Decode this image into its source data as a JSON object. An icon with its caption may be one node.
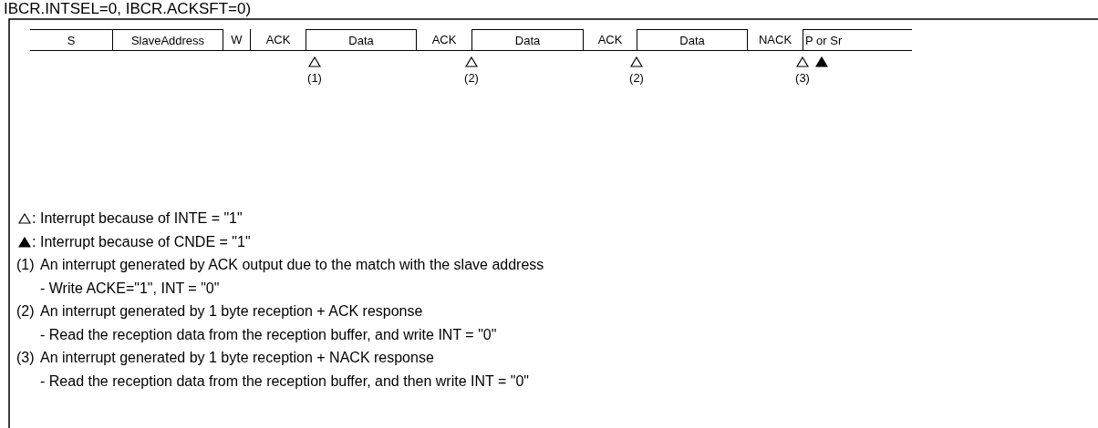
{
  "diagram": {
    "title": "IBCR.INTSEL=0, IBCR.ACKSFT=0)",
    "nodes": [
      {
        "text": [
          "S"
        ]
      },
      {
        "text": [
          "SlaveAddress"
        ]
      },
      {
        "text": [
          "W"
        ]
      },
      {
        "text": [
          "ACK"
        ]
      },
      {
        "text": [
          "Data"
        ]
      },
      {
        "text": [
          "ACK"
        ]
      },
      {
        "text": [
          "Data"
        ]
      },
      {
        "text": [
          "ACK"
        ]
      },
      {
        "text": [
          "Data"
        ]
      },
      {
        "text": [
          "NACK"
        ]
      },
      {
        "text": [
          "P or Sr"
        ]
      }
    ],
    "labels": [
      "(1)",
      "(2)",
      "(2)",
      "(3)",
      ":",
      ":",
      "(1)",
      "An interrupt generated by ACK output due to the match with the slave address",
      "- Write ACKE=\"1\", INT = \"0\"",
      "(2)",
      "An interrupt generated by 1 byte reception + ACK response",
      "- Read the reception data from the reception buffer, and write INT = \"0\"",
      "(3)",
      "An interrupt generated by 1 byte reception + NACK response",
      "- Read the reception data from the reception buffer, and then write INT = \"0\""
    ],
    "legend": [
      {
        "text": "Interrupt because of INTE = \"1\""
      },
      {
        "text": "Interrupt because of CNDE = \"1\""
      }
    ]
  }
}
